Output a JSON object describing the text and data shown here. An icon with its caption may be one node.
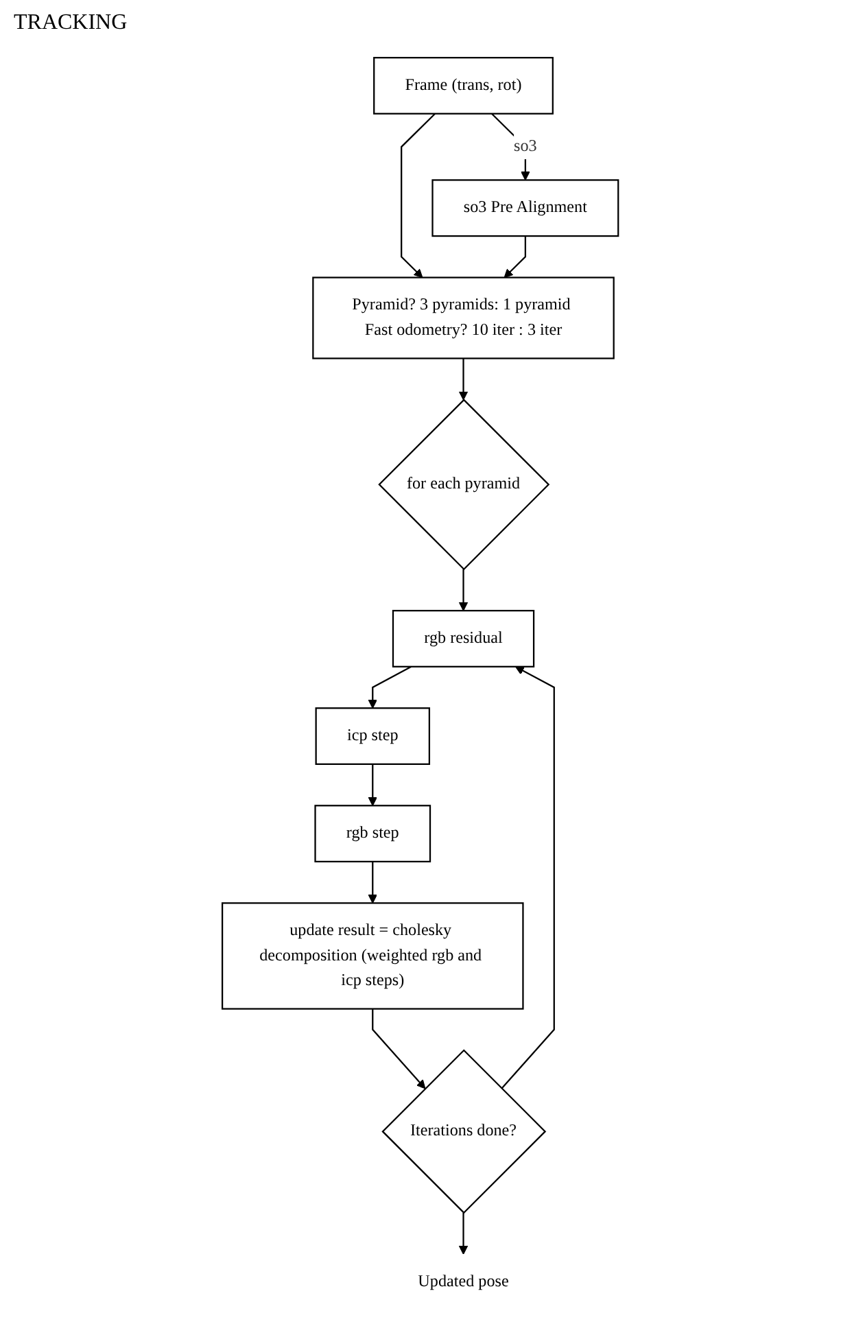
{
  "diagram": {
    "title": "TRACKING",
    "nodes": [
      {
        "text": [
          "Frame (trans, rot)"
        ]
      },
      {
        "text": [
          "so3 Pre Alignment"
        ]
      },
      {
        "text": [
          "Pyramid? 3 pyramids: 1 pyramid Fast odometry? 10 iter : 3 iter"
        ]
      },
      {
        "text": [
          "for each pyramid"
        ]
      },
      {
        "text": [
          "rgb residual"
        ]
      },
      {
        "text": [
          "icp step"
        ]
      },
      {
        "text": [
          "rgb step"
        ]
      },
      {
        "text": [
          "update result = cholesky decomposition (weighted rgb and icp steps)"
        ]
      },
      {
        "text": [
          "Iterations done?"
        ]
      },
      {
        "text": [
          "Updated pose"
        ]
      }
    ],
    "edges": [
      {
        "from": 0,
        "to": 1,
        "arrow": "to",
        "label": "so3"
      },
      {
        "from": 0,
        "to": 2,
        "arrow": "to"
      },
      {
        "from": 1,
        "to": 2,
        "arrow": "to"
      },
      {
        "from": 2,
        "to": 3,
        "arrow": "to"
      },
      {
        "from": 3,
        "to": 4,
        "arrow": "to"
      },
      {
        "from": 4,
        "to": 5,
        "arrow": "to"
      },
      {
        "from": 5,
        "to": 6,
        "arrow": "to"
      },
      {
        "from": 6,
        "to": 7,
        "arrow": "to"
      },
      {
        "from": 7,
        "to": 8,
        "arrow": "to"
      },
      {
        "from": 8,
        "to": 4,
        "arrow": "to"
      },
      {
        "from": 8,
        "to": 9,
        "arrow": "to"
      }
    ]
  }
}
